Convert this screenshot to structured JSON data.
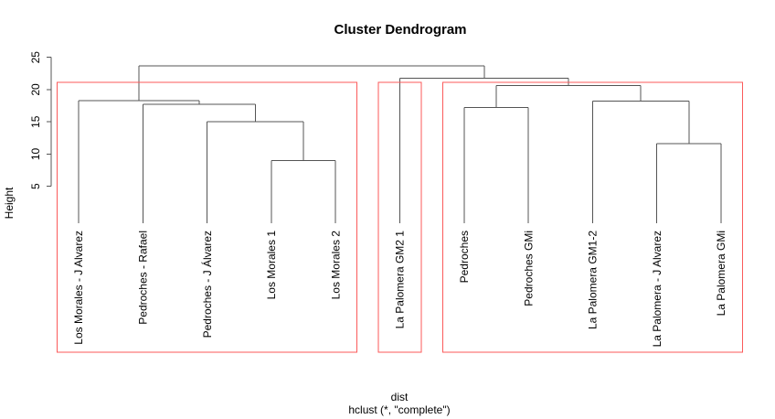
{
  "title": "Cluster Dendrogram",
  "y_axis_label": "Height",
  "x_axis_label": "dist",
  "subtitle": "hclust (*, \"complete\")",
  "colors": {
    "tree_line": "#545454",
    "cluster_box": "#fb5a5a",
    "axis_line": "#545454",
    "text": "#000000",
    "background": "#ffffff"
  },
  "chart_data": {
    "type": "dendrogram",
    "title": "Cluster Dendrogram",
    "ylabel": "Height",
    "xlabel": "dist",
    "sub_caption": "hclust (*, \"complete\")",
    "ylim": [
      0,
      25
    ],
    "axis_ticks": [
      5,
      10,
      15,
      20,
      25
    ],
    "leaves": [
      "Los Morales - J Alvarez",
      "Pedroches - Rafael",
      "Pedroches - J Álvarez",
      "Los Morales 1",
      "Los Morales 2",
      "La Palomera GM2 1",
      "Pedroches",
      "Pedroches GMi",
      "La Palomera GM1-2",
      "La Palomera - J Alvarez",
      "La Palomera GMi"
    ],
    "merges": [
      {
        "id": "M0",
        "children": [
          "L3",
          "L4"
        ],
        "height": 9.0
      },
      {
        "id": "M1",
        "children": [
          "L2",
          "M0"
        ],
        "height": 15.0
      },
      {
        "id": "M2",
        "children": [
          "L1",
          "M1"
        ],
        "height": 17.7
      },
      {
        "id": "M3",
        "children": [
          "L0",
          "M2"
        ],
        "height": 18.3
      },
      {
        "id": "M4",
        "children": [
          "L6",
          "L7"
        ],
        "height": 17.2
      },
      {
        "id": "M5",
        "children": [
          "L9",
          "L10"
        ],
        "height": 11.6
      },
      {
        "id": "M6",
        "children": [
          "L8",
          "M5"
        ],
        "height": 18.2
      },
      {
        "id": "M7",
        "children": [
          "M4",
          "M6"
        ],
        "height": 20.6
      },
      {
        "id": "M8",
        "children": [
          "L5",
          "M7"
        ],
        "height": 21.8
      },
      {
        "id": "M9",
        "children": [
          "M3",
          "M8"
        ],
        "height": 23.7
      }
    ],
    "clusters": [
      {
        "leaf_from": 0,
        "leaf_to": 4
      },
      {
        "leaf_from": 5,
        "leaf_to": 5
      },
      {
        "leaf_from": 6,
        "leaf_to": 10
      }
    ]
  }
}
